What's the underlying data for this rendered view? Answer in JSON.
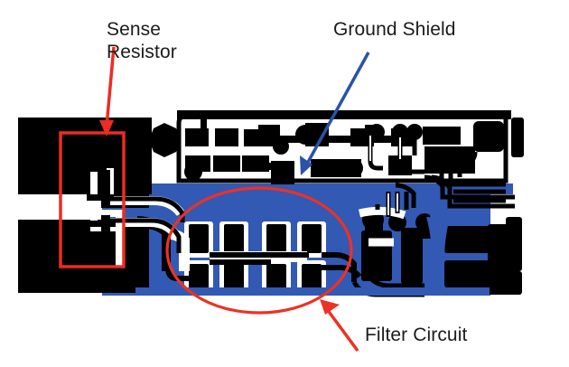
{
  "figure": {
    "kind": "pcb-layout-diagram",
    "background_color": "#ffffff"
  },
  "annotations": [
    {
      "id": "sense-resistor",
      "label": "Sense\nResistor",
      "color": "#ee2b24",
      "marker": "rectangle",
      "arrow": "down"
    },
    {
      "id": "ground-shield",
      "label": "Ground Shield",
      "color": "#2a52a8",
      "marker": "none",
      "arrow": "down-left"
    },
    {
      "id": "filter-circuit",
      "label": "Filter Circuit",
      "color": "#ee3124",
      "marker": "ellipse",
      "arrow": "up-left"
    }
  ],
  "labels": {
    "sense_resistor": "Sense\nResistor",
    "ground_shield": "Ground Shield",
    "filter_circuit": "Filter Circuit"
  },
  "colors": {
    "copper": "#000000",
    "ground_plane": "#3259b4",
    "solder_mask": "#ffffff",
    "callout_red": "#ee2b24",
    "callout_blue": "#2a52a8",
    "text": "#1b1b1b"
  }
}
